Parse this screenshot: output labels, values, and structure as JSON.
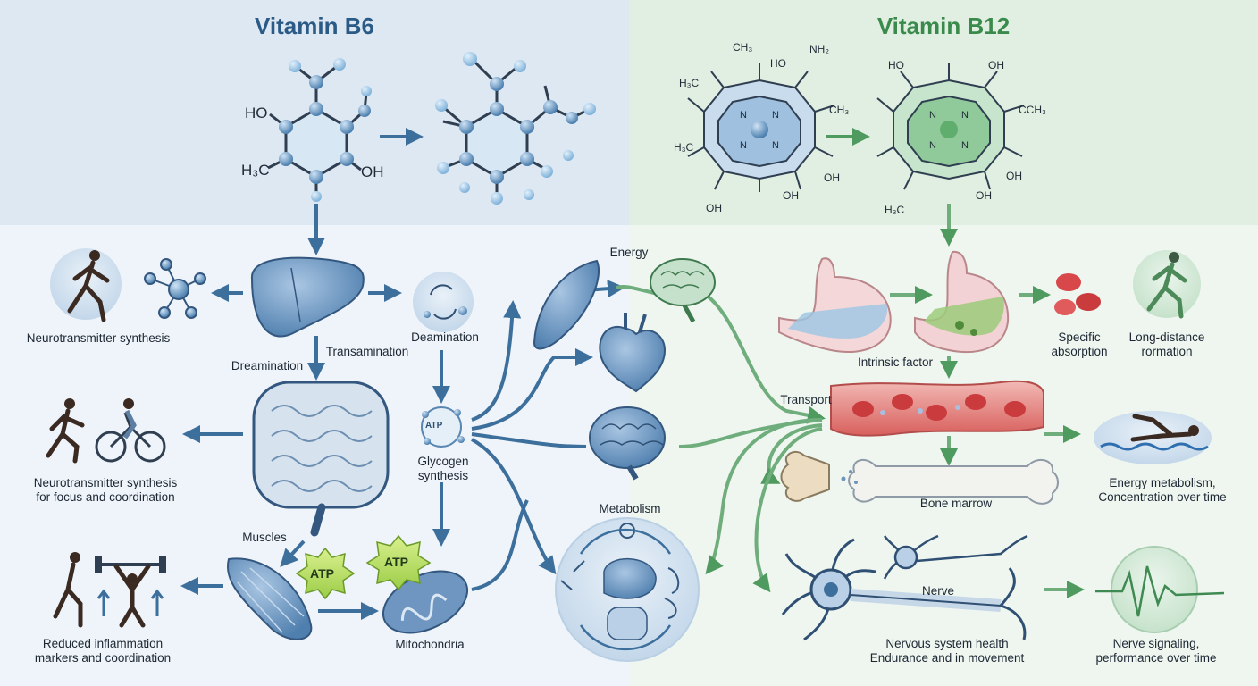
{
  "titles": {
    "b6": "Vitamin B6",
    "b12": "Vitamin B12"
  },
  "colors": {
    "b6": "#2a5a86",
    "b12": "#3a8a4c",
    "b6_bg": "#dde8f2",
    "b12_bg": "#e0efe2"
  },
  "b6_structure": {
    "ho": "HO",
    "h3c": "H₃C",
    "oh": "OH"
  },
  "b12_structure": {
    "ch3_top": "CH₃",
    "ho": "HO",
    "nh2": "NH₂",
    "h3c_left": "H₃C",
    "ch3_right": "CH₃",
    "h3c_low": "H₃C",
    "oh_right": "OH",
    "oh_bottom": "OH",
    "oh_left": "OH",
    "ho2": "HO",
    "oh2_top": "OH",
    "cch3": "CCH₃",
    "oh2_right": "OH",
    "oh2_bottom": "OH",
    "h3c2": "H₃C",
    "n": "N"
  },
  "atp": "ATP",
  "labels": {
    "neuro_synth": "Neurotransmitter synthesis",
    "dreamination": "Dreamination",
    "transamination": "Transamination",
    "deamination": "Deamination",
    "neuro_focus": "Neurotransmitter synthesis\nfor focus and coordination",
    "glycogen": "Glycogen\nsynthesis",
    "muscles": "Muscles",
    "reduced_inflam": "Reduced inflammation\nmarkers and coordination",
    "mitochondria": "Mitochondria",
    "energy": "Energy",
    "metabolism": "Metabolism",
    "specific_abs": "Specific\nabsorption",
    "long_distance": "Long-distance\nrormation",
    "intrinsic": "Intrinsic factor",
    "transport": "Transport",
    "energy_metab": "Energy metabolism,\nConcentration over time",
    "bone_marrow": "Bone marrow",
    "nerve": "Nerve",
    "nervous_health": "Nervous system health\nEndurance and in movement",
    "nerve_signal": "Nerve signaling,\nperformance over time"
  }
}
